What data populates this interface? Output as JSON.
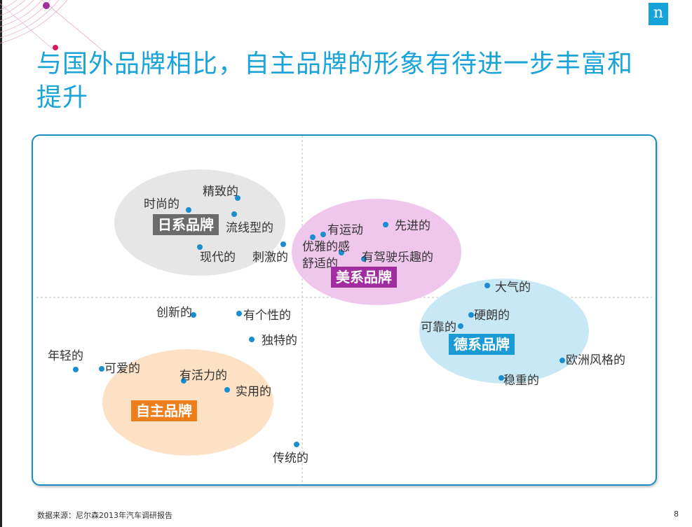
{
  "title": "与国外品牌相比，自主品牌的形象有待进一步丰富和提升",
  "logo_text": "n",
  "colors": {
    "title": "#1aa3d9",
    "japan_bubble": "#e6e6e6",
    "japan_tag": "#6b6b6b",
    "us_bubble": "#efc6ec",
    "us_tag": "#a02ea0",
    "german_bubble": "#c9e8f6",
    "german_tag": "#1b9bd3",
    "domestic_bubble": "#fde1c5",
    "domestic_tag": "#ee7d1c",
    "dot": "#1b8ed0",
    "frame": "#1a8cc4"
  },
  "groups": [
    {
      "id": "japan",
      "label": "日系品牌"
    },
    {
      "id": "us",
      "label": "美系品牌"
    },
    {
      "id": "german",
      "label": "德系品牌"
    },
    {
      "id": "domestic",
      "label": "自主品牌"
    }
  ],
  "attributes": [
    "精致的",
    "时尚的",
    "流线型的",
    "现代的",
    "刺激的",
    "有运动",
    "先进的",
    "优雅的感",
    "舒适的",
    "有驾驶乐趣的",
    "大气的",
    "硬朗的",
    "可靠的",
    "欧洲风格的",
    "稳重的",
    "创新的",
    "有个性的",
    "独特的",
    "年轻的",
    "可爱的",
    "有活力的",
    "实用的",
    "传统的"
  ],
  "footer": {
    "source": "数据来源：尼尔森2013年汽车调研报告",
    "page": "8"
  }
}
